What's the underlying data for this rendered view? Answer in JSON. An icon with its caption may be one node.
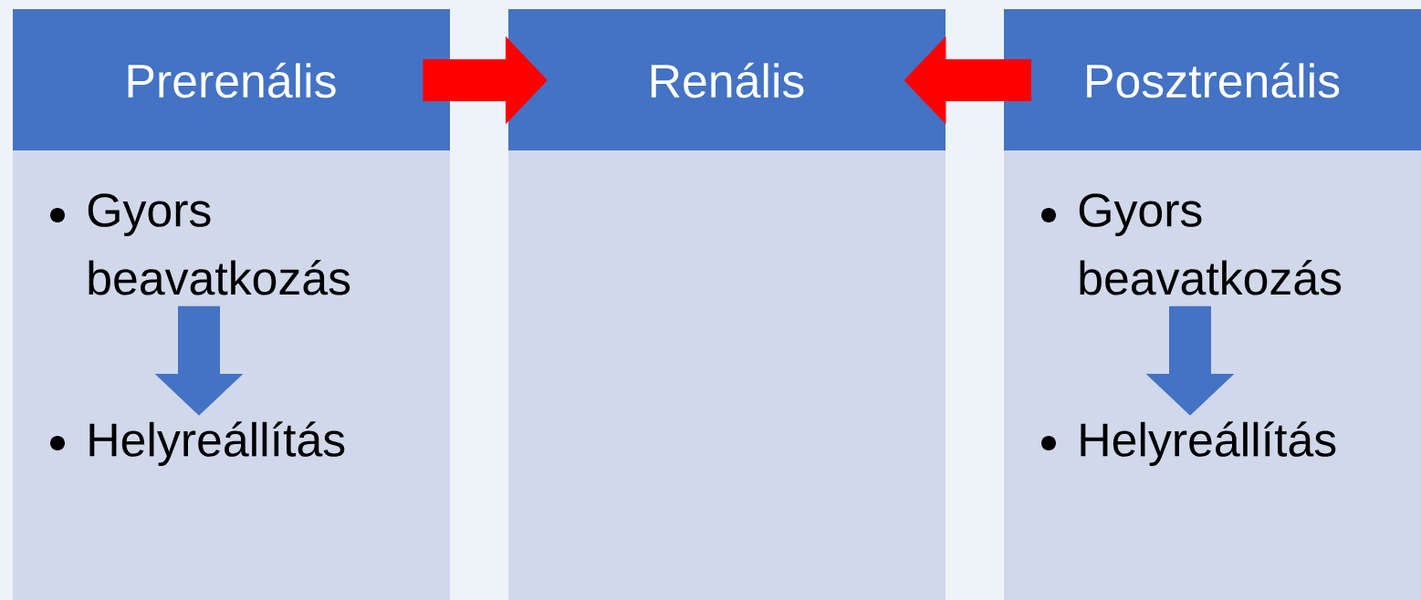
{
  "diagram": {
    "nodes": [
      {
        "text": [
          "Prerenális"
        ]
      },
      {
        "text": [
          "Gyors beavatkozás"
        ],
        "in": 0
      },
      {
        "text": [
          "Helyreállítás"
        ],
        "in": 0
      },
      {
        "text": [
          "Renális"
        ]
      },
      {
        "text": [
          "Posztrenális"
        ]
      },
      {
        "text": [
          "Gyors beavatkozás"
        ],
        "in": 4
      },
      {
        "text": [
          "Helyreállítás"
        ],
        "in": 4
      }
    ],
    "edges": [
      {
        "from": 0,
        "to": 3,
        "arrow": "to",
        "color": "#ff0000"
      },
      {
        "from": 4,
        "to": 3,
        "arrow": "to",
        "color": "#ff0000"
      },
      {
        "from": 1,
        "to": 2,
        "arrow": "to",
        "color": "#4472c4"
      },
      {
        "from": 5,
        "to": 6,
        "arrow": "to",
        "color": "#4472c4"
      }
    ]
  }
}
